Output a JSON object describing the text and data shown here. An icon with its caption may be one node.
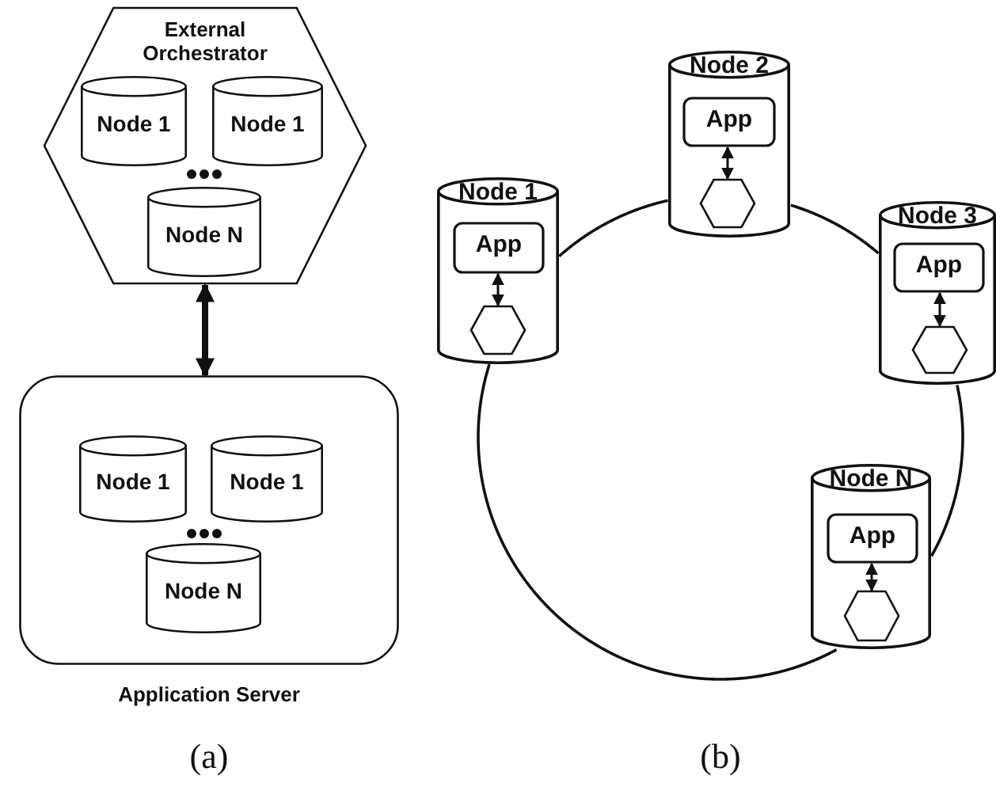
{
  "diagram": {
    "nodes": [
      {
        "text": [
          "External Orchestrator"
        ]
      },
      {
        "text": [
          "Node 1"
        ],
        "in": 0
      },
      {
        "text": [
          "Node 1"
        ],
        "in": 0
      },
      {
        "text": [
          "Node N"
        ],
        "in": 0
      },
      {
        "text": [
          "Application Server"
        ]
      },
      {
        "text": [
          "Node 1"
        ],
        "in": 4
      },
      {
        "text": [
          "Node 1"
        ],
        "in": 4
      },
      {
        "text": [
          "Node N"
        ],
        "in": 4
      },
      {
        "text": [
          "Node 1"
        ]
      },
      {
        "text": [
          "App"
        ],
        "in": 8
      },
      {
        "text": [],
        "shape": "hexagon",
        "in": 8
      },
      {
        "text": [
          "Node 2"
        ]
      },
      {
        "text": [
          "App"
        ],
        "in": 11
      },
      {
        "text": [],
        "shape": "hexagon",
        "in": 11
      },
      {
        "text": [
          "Node 3"
        ]
      },
      {
        "text": [
          "App"
        ],
        "in": 14
      },
      {
        "text": [],
        "shape": "hexagon",
        "in": 14
      },
      {
        "text": [
          "Node N"
        ]
      },
      {
        "text": [
          "App"
        ],
        "in": 17
      },
      {
        "text": [],
        "shape": "hexagon",
        "in": 17
      }
    ],
    "edges": [
      {
        "from": 0,
        "to": 4,
        "arrow": "both",
        "style": "thick"
      },
      {
        "from": 9,
        "to": 10,
        "arrow": "both"
      },
      {
        "from": 12,
        "to": 13,
        "arrow": "both"
      },
      {
        "from": 15,
        "to": 16,
        "arrow": "both"
      },
      {
        "from": 18,
        "to": 19,
        "arrow": "both"
      },
      {
        "from": 8,
        "to": 11,
        "arrow": "none"
      },
      {
        "from": 11,
        "to": 14,
        "arrow": "none"
      },
      {
        "from": 14,
        "to": 17,
        "arrow": "none"
      },
      {
        "from": 17,
        "to": 8,
        "arrow": "none"
      }
    ],
    "labels": [
      "(a)",
      "(b)"
    ]
  }
}
